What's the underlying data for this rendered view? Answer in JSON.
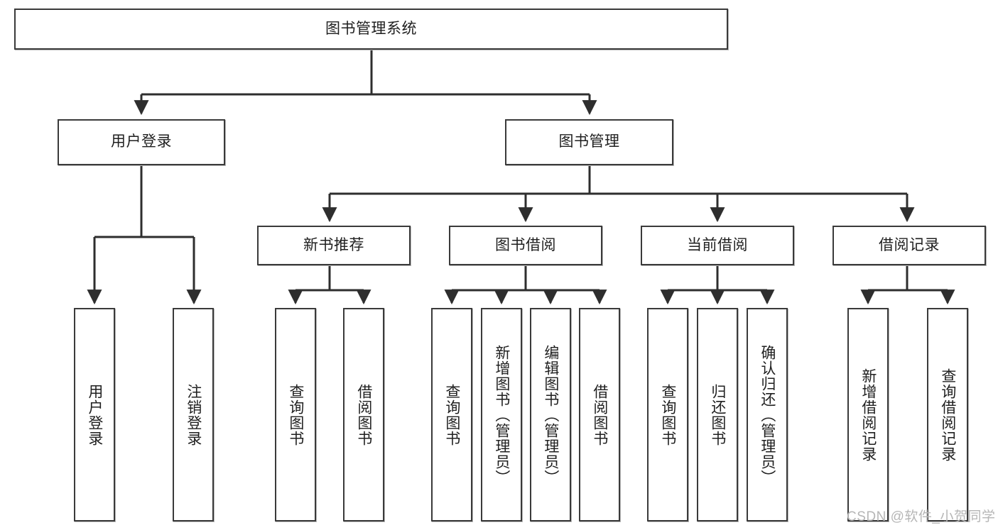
{
  "diagram": {
    "title": "图书管理系统",
    "type": "tree-hierarchy-diagram",
    "colors": {
      "box_border": "#3a3a3a",
      "box_fill": "#ffffff",
      "edge": "#2e2e2e",
      "text": "#1f1f1f",
      "watermark": "#b6b6b6"
    },
    "root": {
      "id": "root",
      "label": "图书管理系统"
    },
    "level2": [
      {
        "id": "user-login",
        "label": "用户登录"
      },
      {
        "id": "book-manage",
        "label": "图书管理"
      }
    ],
    "level3": [
      {
        "id": "new-book-recommend",
        "label": "新书推荐",
        "parent": "book-manage"
      },
      {
        "id": "book-borrow",
        "label": "图书借阅",
        "parent": "book-manage"
      },
      {
        "id": "current-borrow",
        "label": "当前借阅",
        "parent": "book-manage"
      },
      {
        "id": "borrow-record",
        "label": "借阅记录",
        "parent": "book-manage"
      }
    ],
    "leaves": [
      {
        "id": "leaf-user-login",
        "label": "用户登录",
        "parent": "user-login"
      },
      {
        "id": "leaf-user-logout",
        "label": "注销登录",
        "parent": "user-login"
      },
      {
        "id": "leaf-query-book-1",
        "label": "查询图书",
        "parent": "new-book-recommend"
      },
      {
        "id": "leaf-borrow-book-1",
        "label": "借阅图书",
        "parent": "new-book-recommend"
      },
      {
        "id": "leaf-query-book-2",
        "label": "查询图书",
        "parent": "book-borrow"
      },
      {
        "id": "leaf-add-book",
        "label": "新增图书（管理员）",
        "parent": "book-borrow"
      },
      {
        "id": "leaf-edit-book",
        "label": "编辑图书（管理员）",
        "parent": "book-borrow"
      },
      {
        "id": "leaf-borrow-book-2",
        "label": "借阅图书",
        "parent": "book-borrow"
      },
      {
        "id": "leaf-query-book-3",
        "label": "查询图书",
        "parent": "current-borrow"
      },
      {
        "id": "leaf-return-book",
        "label": "归还图书",
        "parent": "current-borrow"
      },
      {
        "id": "leaf-confirm-return",
        "label": "确认归还（管理员）",
        "parent": "current-borrow"
      },
      {
        "id": "leaf-add-record",
        "label": "新增借阅记录",
        "parent": "borrow-record"
      },
      {
        "id": "leaf-query-record",
        "label": "查询借阅记录",
        "parent": "borrow-record"
      }
    ]
  },
  "watermark": {
    "text": "CSDN @软件_小贺同学"
  }
}
